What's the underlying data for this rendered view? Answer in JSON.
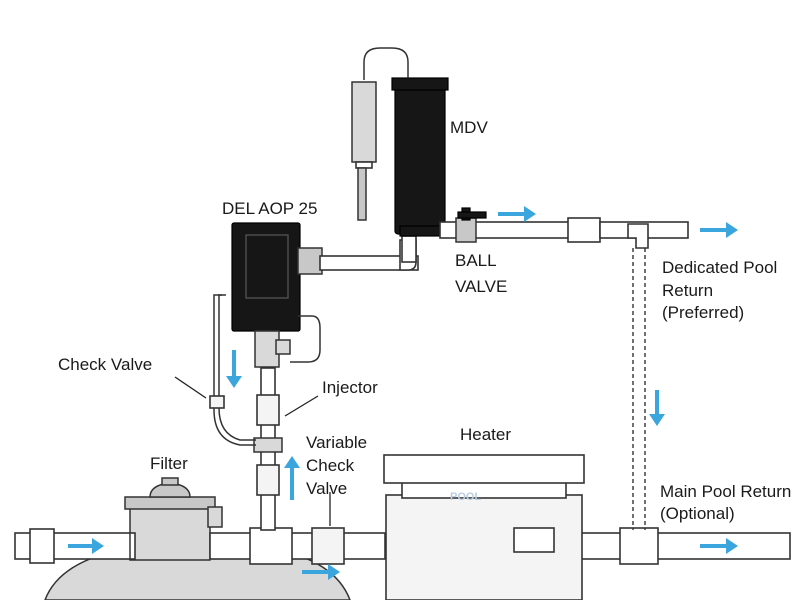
{
  "labels": {
    "mdv": "MDV",
    "del_aop": "DEL AOP 25",
    "ball_valve_1": "BALL",
    "ball_valve_2": "VALVE",
    "dedicated_1": "Dedicated Pool",
    "dedicated_2": "Return",
    "dedicated_3": "(Preferred)",
    "check_valve": "Check Valve",
    "injector": "Injector",
    "variable_1": "Variable",
    "variable_2": "Check",
    "variable_3": "Valve",
    "heater": "Heater",
    "filter": "Filter",
    "main_return_1": "Main Pool Return",
    "main_return_2": "(Optional)"
  },
  "watermark": "POOL",
  "colors": {
    "flow_arrow": "#3aa6dd",
    "equipment": "#161616"
  }
}
